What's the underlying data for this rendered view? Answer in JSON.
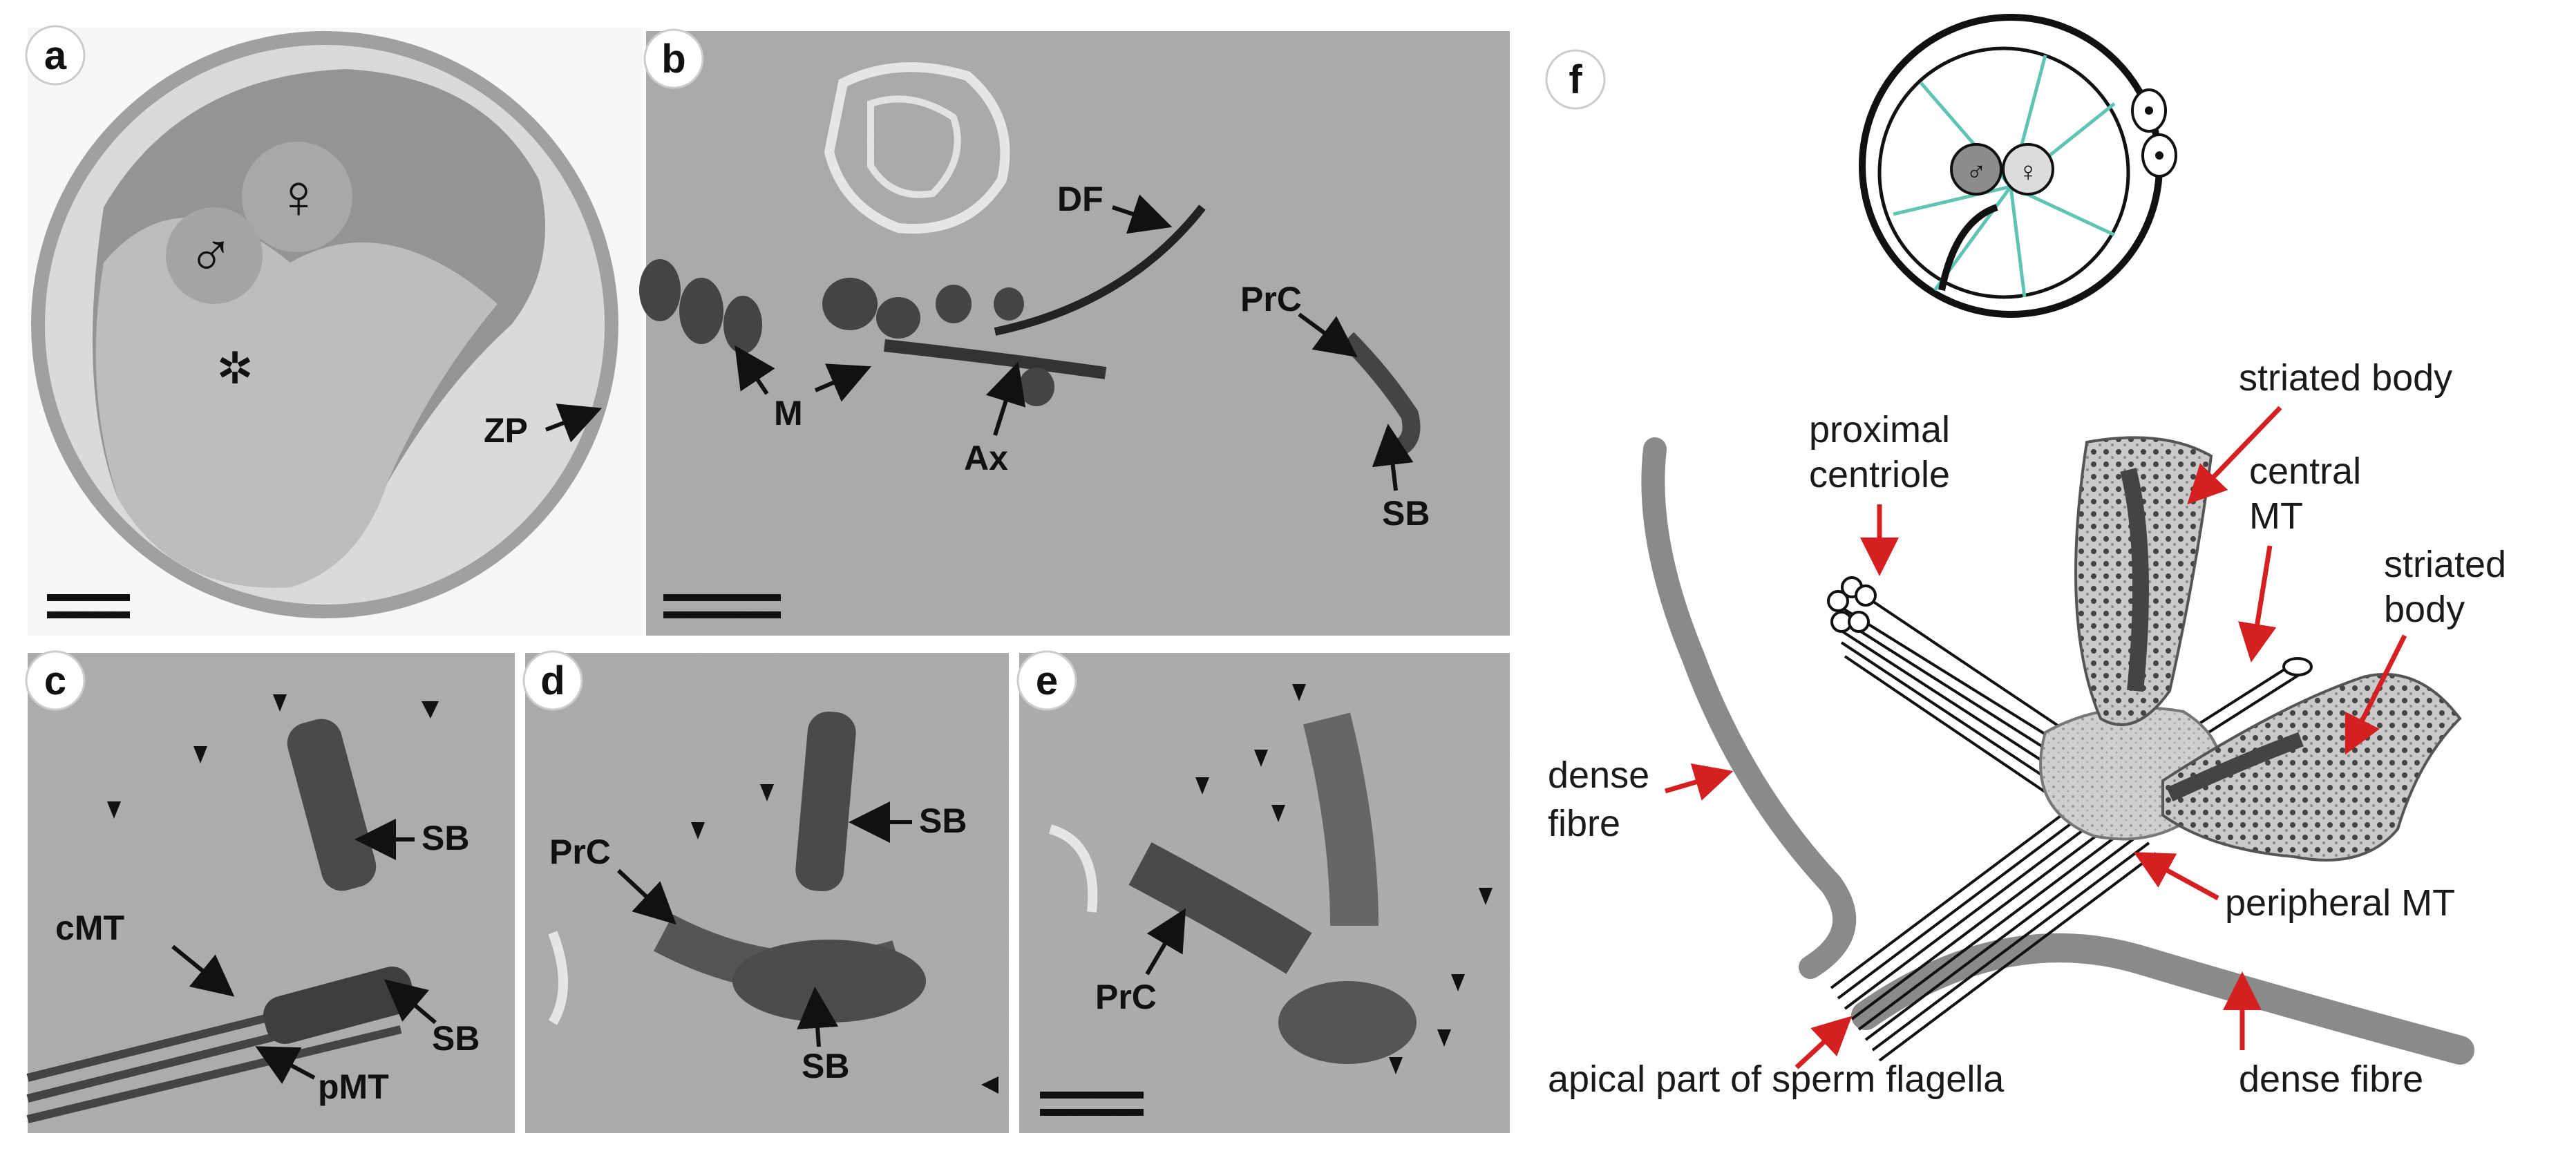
{
  "panels": {
    "a": {
      "letter": "a",
      "male": "♂",
      "female": "♀",
      "asterisk": "✲",
      "zp": "ZP"
    },
    "b": {
      "letter": "b",
      "df": "DF",
      "prc": "PrC",
      "m": "M",
      "ax": "Ax",
      "sb": "SB"
    },
    "c": {
      "letter": "c",
      "sb1": "SB",
      "cmt": "cMT",
      "sb2": "SB",
      "pmt": "pMT"
    },
    "d": {
      "letter": "d",
      "prc": "PrC",
      "sb1": "SB",
      "sb2": "SB"
    },
    "e": {
      "letter": "e",
      "prc": "PrC"
    },
    "f": {
      "letter": "f",
      "inset_male": "♂",
      "inset_female": "♀",
      "labels": {
        "proximal_centriole_1": "proximal",
        "proximal_centriole_2": "centriole",
        "striated_body_top": "striated body",
        "central_mt_1": "central",
        "central_mt_2": "MT",
        "striated_body_right_1": "striated",
        "striated_body_right_2": "body",
        "dense_fibre_left_1": "dense",
        "dense_fibre_left_2": "fibre",
        "peripheral_mt": "peripheral MT",
        "apical_part": "apical part of sperm flagella",
        "dense_fibre_bottom": "dense fibre"
      }
    }
  },
  "colors": {
    "accent": "#d42020",
    "teal": "#5fc4b4",
    "micrograph": "#9a9a9a"
  }
}
